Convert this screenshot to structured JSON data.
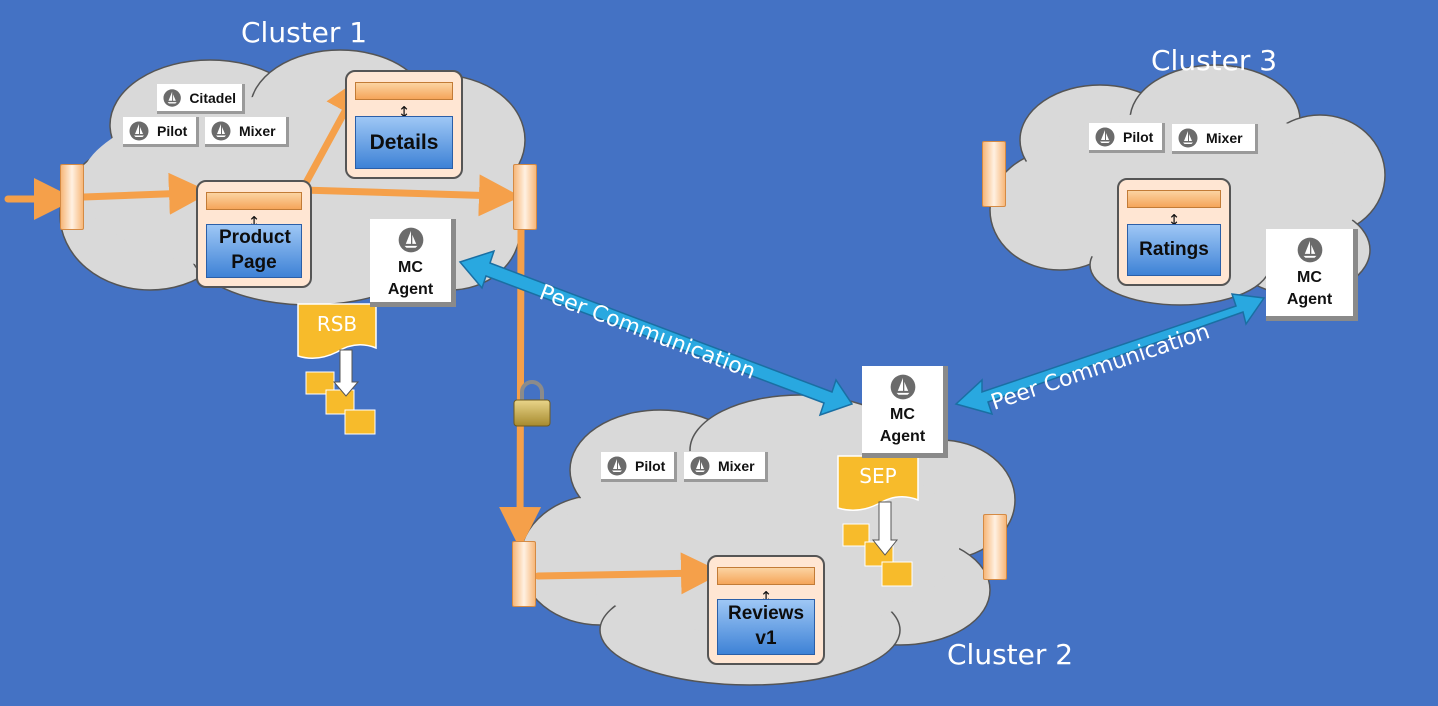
{
  "clusters": [
    {
      "label": "Cluster 1"
    },
    {
      "label": "Cluster 2"
    },
    {
      "label": "Cluster 3"
    }
  ],
  "control_plane": {
    "citadel": "Citadel",
    "pilot": "Pilot",
    "mixer": "Mixer"
  },
  "services": {
    "product_page": "Product Page",
    "details": "Details",
    "reviews_line1": "Reviews",
    "reviews_line2": "v1",
    "ratings": "Ratings"
  },
  "agents": {
    "line1": "MC",
    "line2": "Agent"
  },
  "documents": {
    "rsb": "RSB",
    "sep": "SEP"
  },
  "links": {
    "peer_communication": "Peer Communication"
  },
  "icons": {
    "istio": "sailboat-icon",
    "lock": "padlock-icon"
  },
  "colors": {
    "background": "#4472c4",
    "cloud": "#d9d9d9",
    "traffic_arrow": "#f5a04a",
    "peer_arrow": "#29a8e0",
    "document": "#f7bb2b"
  }
}
